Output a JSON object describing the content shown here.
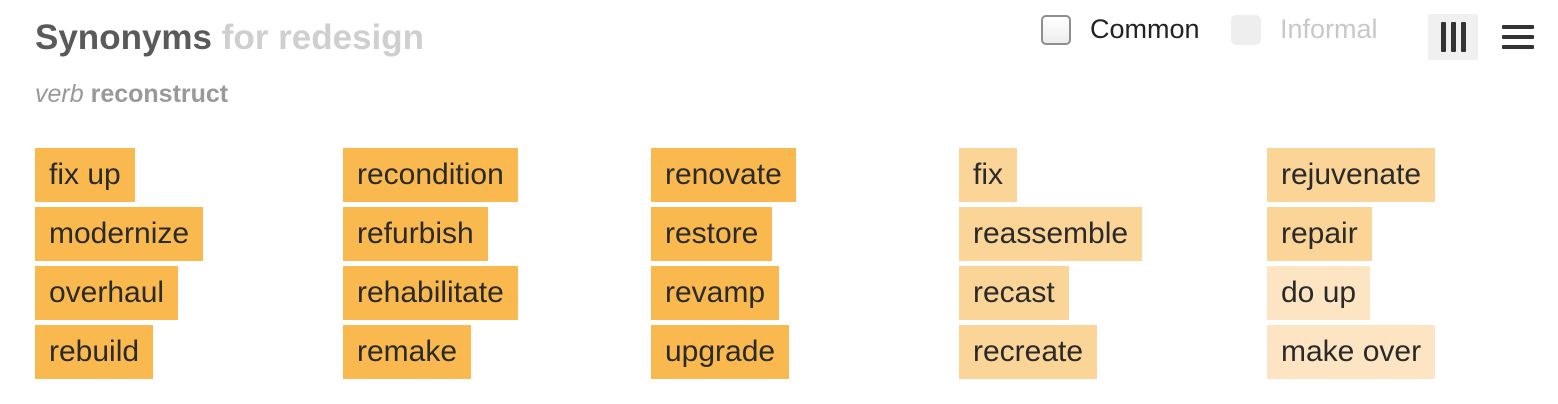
{
  "header": {
    "word_label": "Synonyms",
    "for_label": "for redesign"
  },
  "sense": {
    "part_of_speech": "verb",
    "definition": "reconstruct"
  },
  "filters": {
    "common_label": "Common",
    "informal_label": "Informal",
    "common_checked": false,
    "informal_disabled": true
  },
  "view_toggle": {
    "columns_icon": "columns-view-icon",
    "list_icon": "list-view-icon",
    "active": "columns"
  },
  "relevance_colors": {
    "high": "#f9b94f",
    "medium": "#fbd498",
    "low": "#fde5c3"
  },
  "columns": [
    {
      "items": [
        {
          "word": "fix up",
          "relevance": "high"
        },
        {
          "word": "modernize",
          "relevance": "high"
        },
        {
          "word": "overhaul",
          "relevance": "high"
        },
        {
          "word": "rebuild",
          "relevance": "high"
        }
      ]
    },
    {
      "items": [
        {
          "word": "recondition",
          "relevance": "high"
        },
        {
          "word": "refurbish",
          "relevance": "high"
        },
        {
          "word": "rehabilitate",
          "relevance": "high"
        },
        {
          "word": "remake",
          "relevance": "high"
        }
      ]
    },
    {
      "items": [
        {
          "word": "renovate",
          "relevance": "high"
        },
        {
          "word": "restore",
          "relevance": "high"
        },
        {
          "word": "revamp",
          "relevance": "high"
        },
        {
          "word": "upgrade",
          "relevance": "high"
        }
      ]
    },
    {
      "items": [
        {
          "word": "fix",
          "relevance": "medium"
        },
        {
          "word": "reassemble",
          "relevance": "medium"
        },
        {
          "word": "recast",
          "relevance": "medium"
        },
        {
          "word": "recreate",
          "relevance": "medium"
        }
      ]
    },
    {
      "items": [
        {
          "word": "rejuvenate",
          "relevance": "medium"
        },
        {
          "word": "repair",
          "relevance": "medium"
        },
        {
          "word": "do up",
          "relevance": "low"
        },
        {
          "word": "make over",
          "relevance": "low"
        }
      ]
    }
  ]
}
